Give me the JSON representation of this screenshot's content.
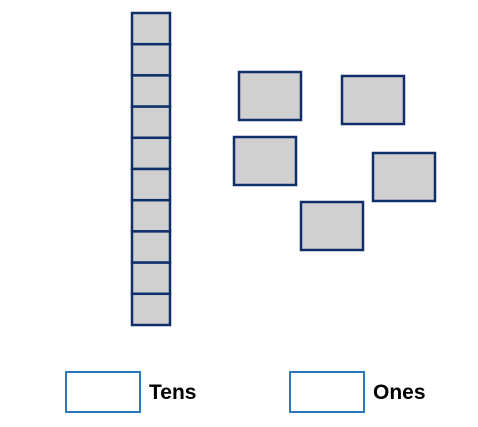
{
  "tens": {
    "label": "Tens",
    "rod_count": 1,
    "units_per_rod": 10
  },
  "ones": {
    "label": "Ones",
    "count": 5
  },
  "colors": {
    "block_fill": "#d0d0d0",
    "block_stroke": "#0f2f6b",
    "answer_border": "#2c78b8"
  }
}
